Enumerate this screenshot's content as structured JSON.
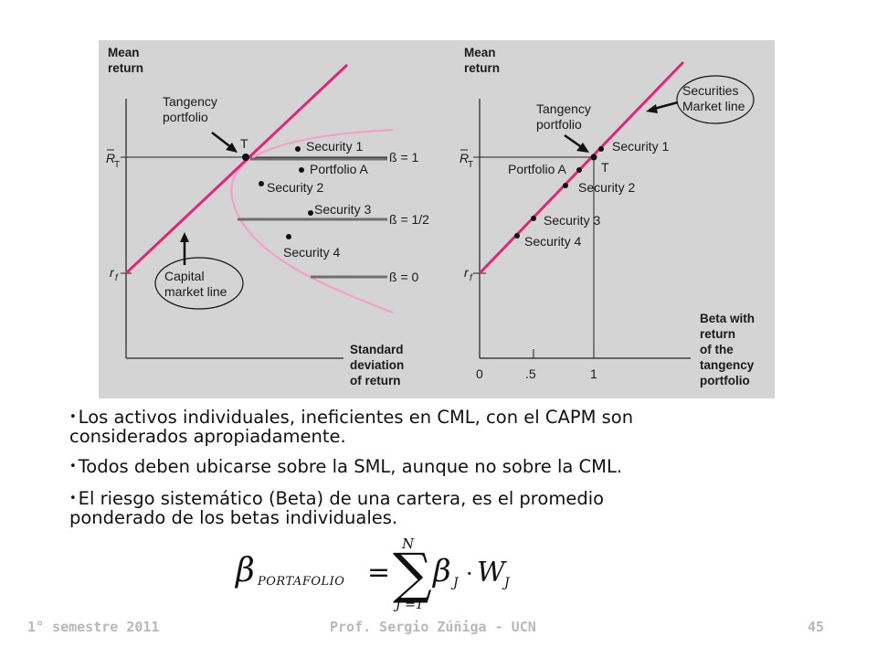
{
  "left_chart": {
    "y_axis_title": [
      "Mean",
      "return"
    ],
    "x_axis_title": [
      "Standard",
      "deviation",
      "of return"
    ],
    "tangency_label": [
      "Tangency",
      "portfolio"
    ],
    "t_label": "T",
    "rt_label": "R",
    "rt_sub": "T",
    "rf_label": "r",
    "rf_sub": "f",
    "cml_label": [
      "Capital",
      "market line"
    ],
    "points": [
      "Security 1",
      "Portfolio A",
      "Security 2",
      "Security 3",
      "Security 4"
    ],
    "beta_labels": [
      "ß = 1",
      "ß = 1/2",
      "ß = 0"
    ]
  },
  "right_chart": {
    "y_axis_title": [
      "Mean",
      "return"
    ],
    "x_axis_title": [
      "Beta with",
      "return",
      "of the",
      "tangency",
      "portfolio"
    ],
    "tangency_label": [
      "Tangency",
      "portfolio"
    ],
    "t_label": "T",
    "rt_label": "R",
    "rt_sub": "T",
    "rf_label": "r",
    "rf_sub": "f",
    "sml_label": [
      "Securities",
      "Market line"
    ],
    "points": [
      "Security 1",
      "Portfolio A",
      "Security 2",
      "Security 3",
      "Security 4"
    ],
    "x_ticks": [
      "0",
      ".5",
      "1"
    ]
  },
  "bullets": [
    [
      "Los activos individuales, ineficientes en CML, con el CAPM son",
      "considerados apropiadamente."
    ],
    [
      "Todos deben ubicarse sobre la SML, aunque no sobre la CML."
    ],
    [
      "El riesgo sistemático (Beta) de una cartera, es el promedio",
      "ponderado de los betas individuales."
    ]
  ],
  "formula": {
    "beta": "β",
    "lhs_sub": "PORTAFOLIO",
    "equals": "=",
    "sum_upper": "N",
    "sum_lower": "J =1",
    "beta_j_sub": "J",
    "dot": "·",
    "w": "W",
    "w_sub": "J"
  },
  "footer": {
    "left": "1° semestre 2011",
    "center": "Prof. Sergio Zúñiga - UCN",
    "right": "45"
  },
  "colors": {
    "figure_bg": "#d4d4d4",
    "line_magenta": "#e0257a",
    "curve_pink": "#f4a0c8",
    "footer_text": "#b8b8b8"
  }
}
